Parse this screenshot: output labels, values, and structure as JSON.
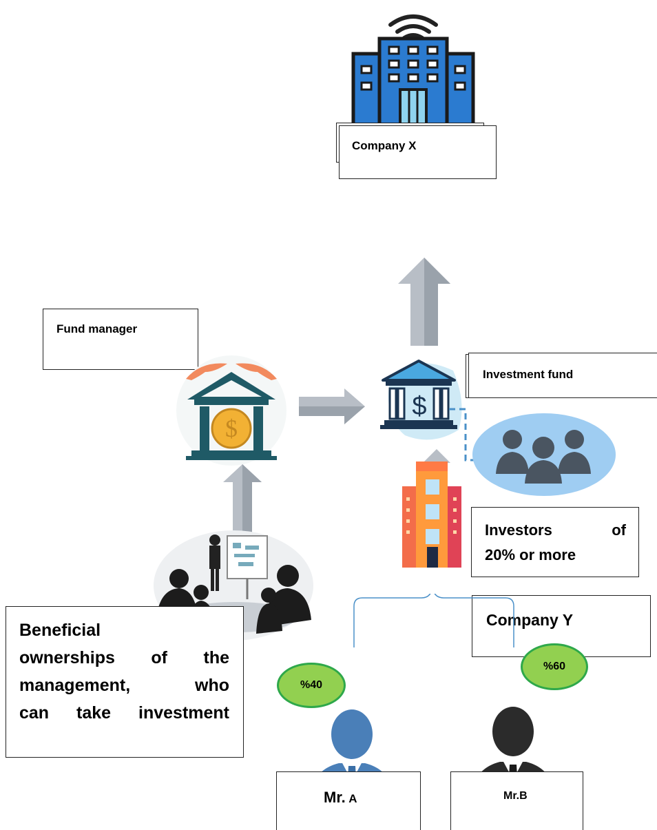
{
  "nodes": {
    "company_x": "Company X",
    "fund_manager": "Fund manager",
    "investment_fund": "Investment fund",
    "investors": {
      "line1_word1": "Investors",
      "line1_word2": "of",
      "line2": "20% or more"
    },
    "company_y": "Company Y",
    "beneficial": {
      "line1": "Beneficial",
      "line2_words": [
        "ownerships",
        "of",
        "the"
      ],
      "line3_words": [
        "management,",
        "who"
      ],
      "line4_words": [
        "can",
        "take",
        "investment"
      ]
    },
    "mr_a": {
      "prefix": "Mr.",
      "letter": "A"
    },
    "mr_b": "Mr.B"
  },
  "shares": {
    "mr_a": "%40",
    "mr_b": "%60"
  },
  "colors": {
    "building_blue": "#2b7bd0",
    "bank_teal": "#1f5a66",
    "coin_gold": "#f2b134",
    "arrow_gray": "#b8bec6",
    "people_bubble": "#9fcdf2",
    "share_green": "#92d050",
    "person_a": "#4a7fb8",
    "person_b": "#2b2b2b"
  },
  "icons": [
    "office-building-icon",
    "bank-coin-icon",
    "bank-dollar-icon",
    "investors-group-icon",
    "apartment-building-icon",
    "meeting-presentation-icon",
    "person-a-icon",
    "person-b-icon"
  ]
}
